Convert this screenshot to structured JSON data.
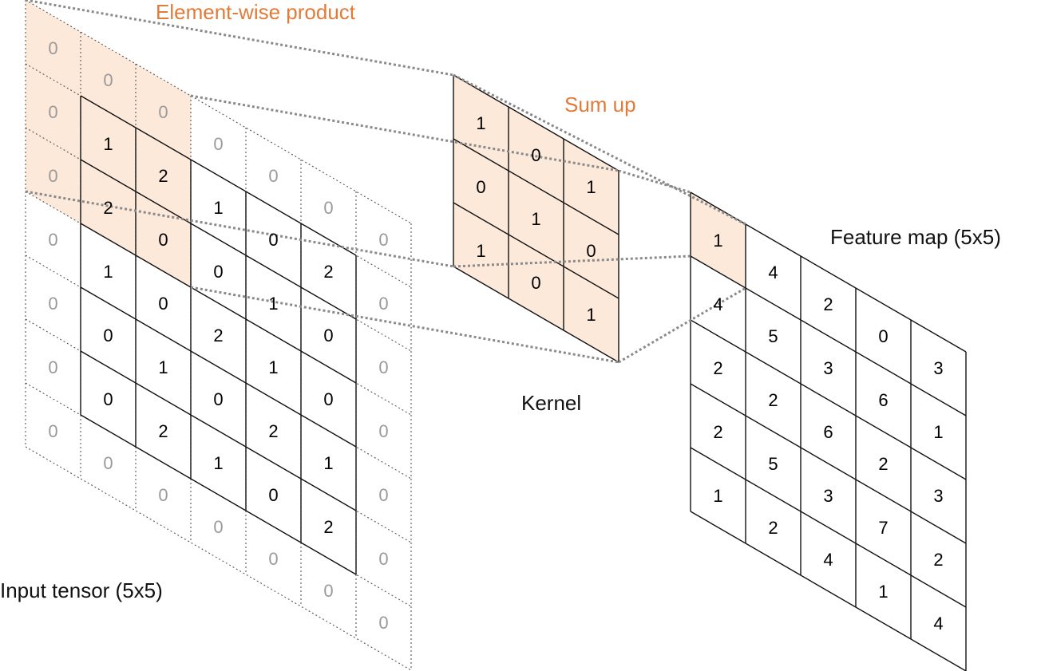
{
  "labels": {
    "elementwise": "Element-wise product",
    "sum_up": "Sum up",
    "input": "Input tensor (5x5)",
    "kernel": "Kernel",
    "feature_map": "Feature map (5x5)"
  },
  "colors": {
    "accent": "#e07b39",
    "highlight_fill": "#fde9da",
    "grid": "#111111",
    "padding_grid": "#555555",
    "padding_text": "#9a9a9a",
    "connector": "#8a8a8a"
  },
  "input_tensor": {
    "padding_value": "0",
    "values": [
      [
        "1",
        "2",
        "1",
        "0",
        "2"
      ],
      [
        "2",
        "0",
        "0",
        "1",
        "0"
      ],
      [
        "1",
        "0",
        "2",
        "1",
        "0"
      ],
      [
        "0",
        "1",
        "0",
        "2",
        "1"
      ],
      [
        "0",
        "2",
        "1",
        "0",
        "2"
      ]
    ]
  },
  "kernel": {
    "values": [
      [
        "1",
        "0",
        "1"
      ],
      [
        "0",
        "1",
        "0"
      ],
      [
        "1",
        "0",
        "1"
      ]
    ]
  },
  "feature_map": {
    "values": [
      [
        "1",
        "4",
        "2",
        "0",
        "3"
      ],
      [
        "4",
        "5",
        "3",
        "6",
        "1"
      ],
      [
        "2",
        "2",
        "6",
        "2",
        "3"
      ],
      [
        "2",
        "5",
        "3",
        "7",
        "2"
      ],
      [
        "1",
        "2",
        "4",
        "1",
        "4"
      ]
    ]
  }
}
